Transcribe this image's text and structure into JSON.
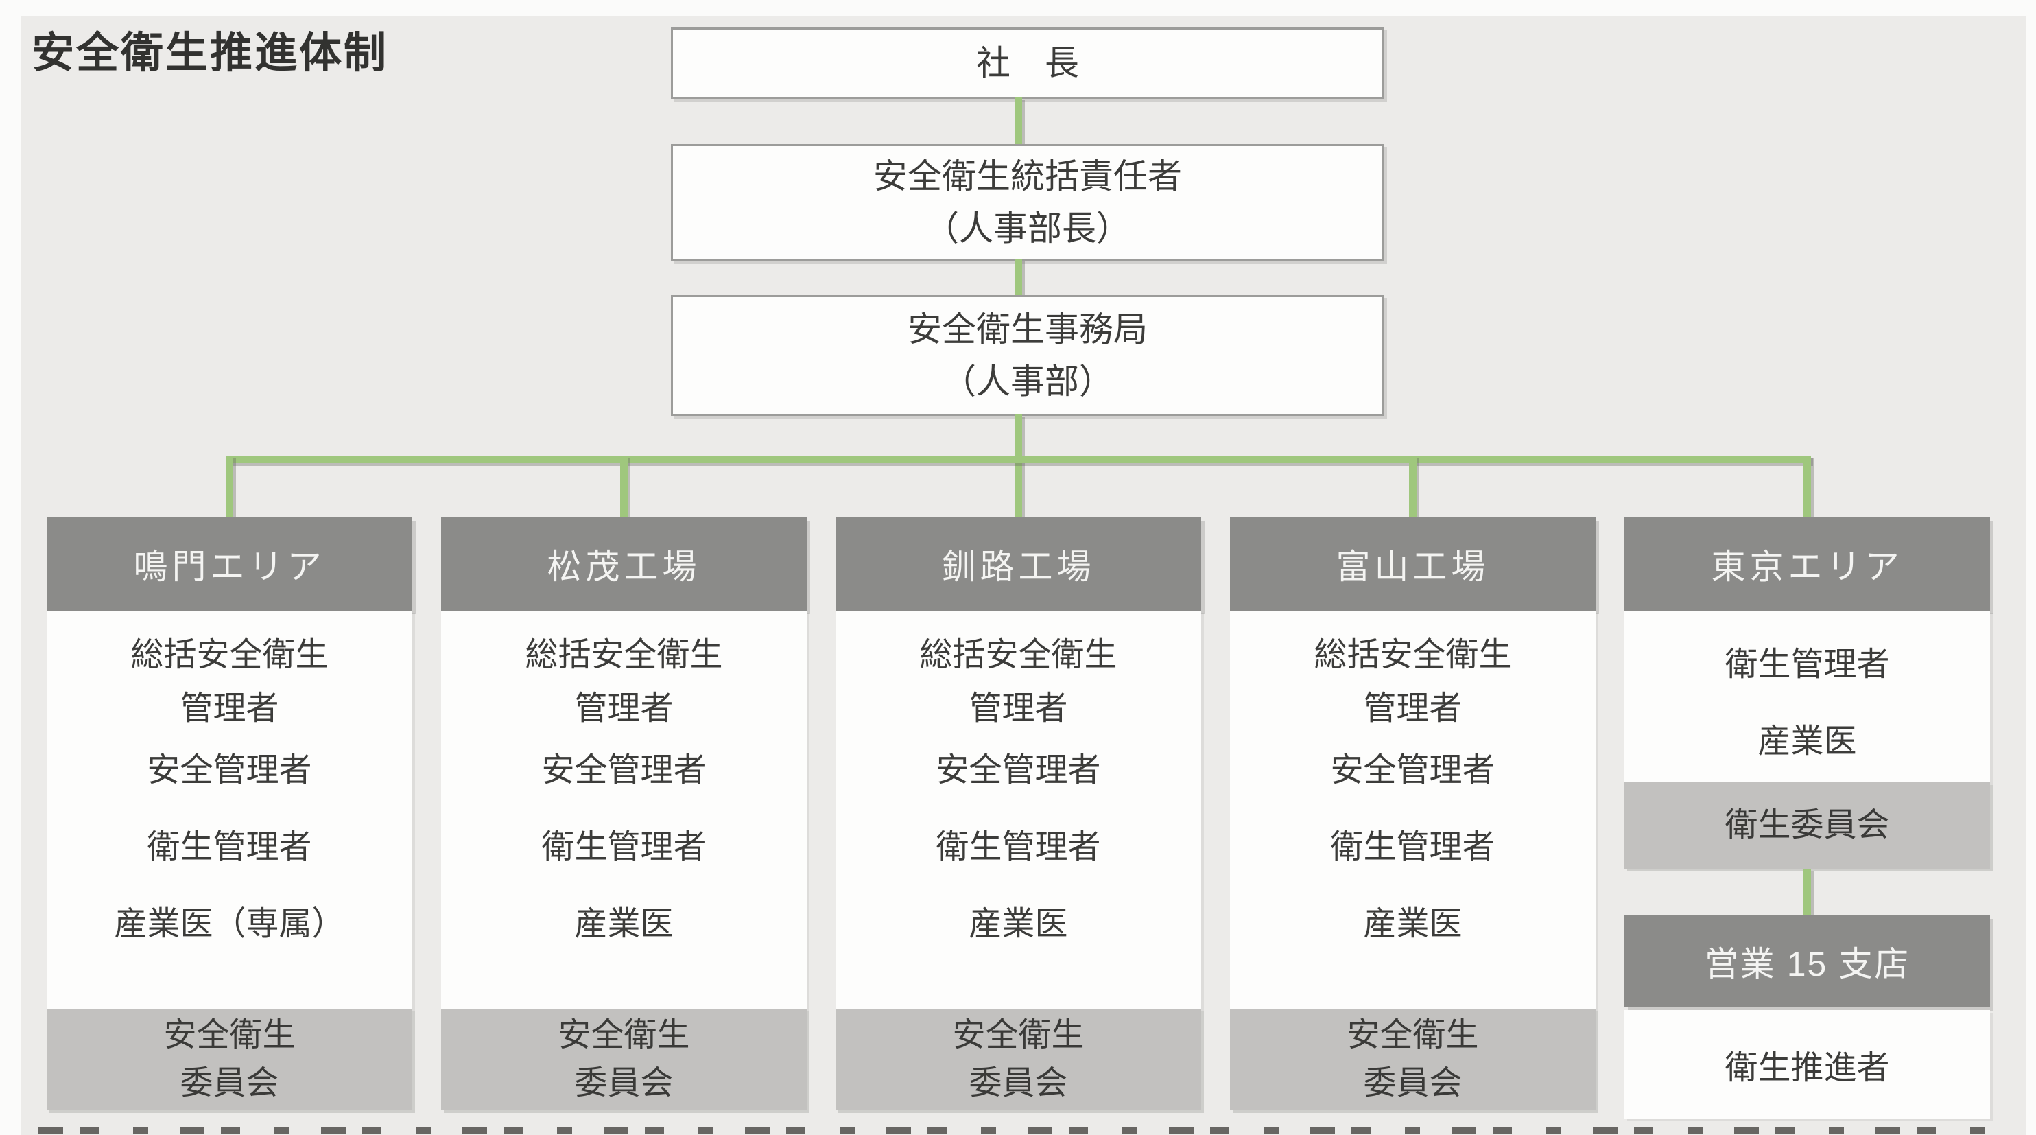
{
  "page": {
    "title": "安全衛生推進体制"
  },
  "colors": {
    "background": "#ecebe9",
    "box_white": "#fdfdfc",
    "header_gray": "#8b8b89",
    "committee_gray": "#c2c1bf",
    "connector_green": "#9fc77d",
    "box_border": "#9c9c9a",
    "text_dark": "#3c3c3a",
    "text_light": "#f4f4f2"
  },
  "hierarchy": {
    "president": {
      "label": "社　長"
    },
    "director": {
      "lines": [
        "安全衛生統括責任者",
        "（人事部長）"
      ]
    },
    "office": {
      "lines": [
        "安全衛生事務局",
        "（人事部）"
      ]
    }
  },
  "columns": [
    {
      "header": "鳴門エリア",
      "members": [
        {
          "lines": [
            "総括安全衛生",
            "管理者"
          ]
        },
        {
          "lines": [
            "安全管理者"
          ]
        },
        {
          "lines": [
            "衛生管理者"
          ]
        },
        {
          "lines": [
            "産業医（専属）"
          ]
        }
      ],
      "committee": {
        "lines": [
          "安全衛生",
          "委員会"
        ]
      }
    },
    {
      "header": "松茂工場",
      "members": [
        {
          "lines": [
            "総括安全衛生",
            "管理者"
          ]
        },
        {
          "lines": [
            "安全管理者"
          ]
        },
        {
          "lines": [
            "衛生管理者"
          ]
        },
        {
          "lines": [
            "産業医"
          ]
        }
      ],
      "committee": {
        "lines": [
          "安全衛生",
          "委員会"
        ]
      }
    },
    {
      "header": "釧路工場",
      "members": [
        {
          "lines": [
            "総括安全衛生",
            "管理者"
          ]
        },
        {
          "lines": [
            "安全管理者"
          ]
        },
        {
          "lines": [
            "衛生管理者"
          ]
        },
        {
          "lines": [
            "産業医"
          ]
        }
      ],
      "committee": {
        "lines": [
          "安全衛生",
          "委員会"
        ]
      }
    },
    {
      "header": "富山工場",
      "members": [
        {
          "lines": [
            "総括安全衛生",
            "管理者"
          ]
        },
        {
          "lines": [
            "安全管理者"
          ]
        },
        {
          "lines": [
            "衛生管理者"
          ]
        },
        {
          "lines": [
            "産業医"
          ]
        }
      ],
      "committee": {
        "lines": [
          "安全衛生",
          "委員会"
        ]
      }
    },
    {
      "header": "東京エリア",
      "members": [
        {
          "lines": [
            "衛生管理者"
          ]
        },
        {
          "lines": [
            "産業医"
          ]
        }
      ],
      "committee": {
        "lines": [
          "衛生委員会"
        ]
      },
      "branch": {
        "label": "営業 15 支店"
      },
      "promoter": {
        "label": "衛生推進者"
      }
    }
  ]
}
